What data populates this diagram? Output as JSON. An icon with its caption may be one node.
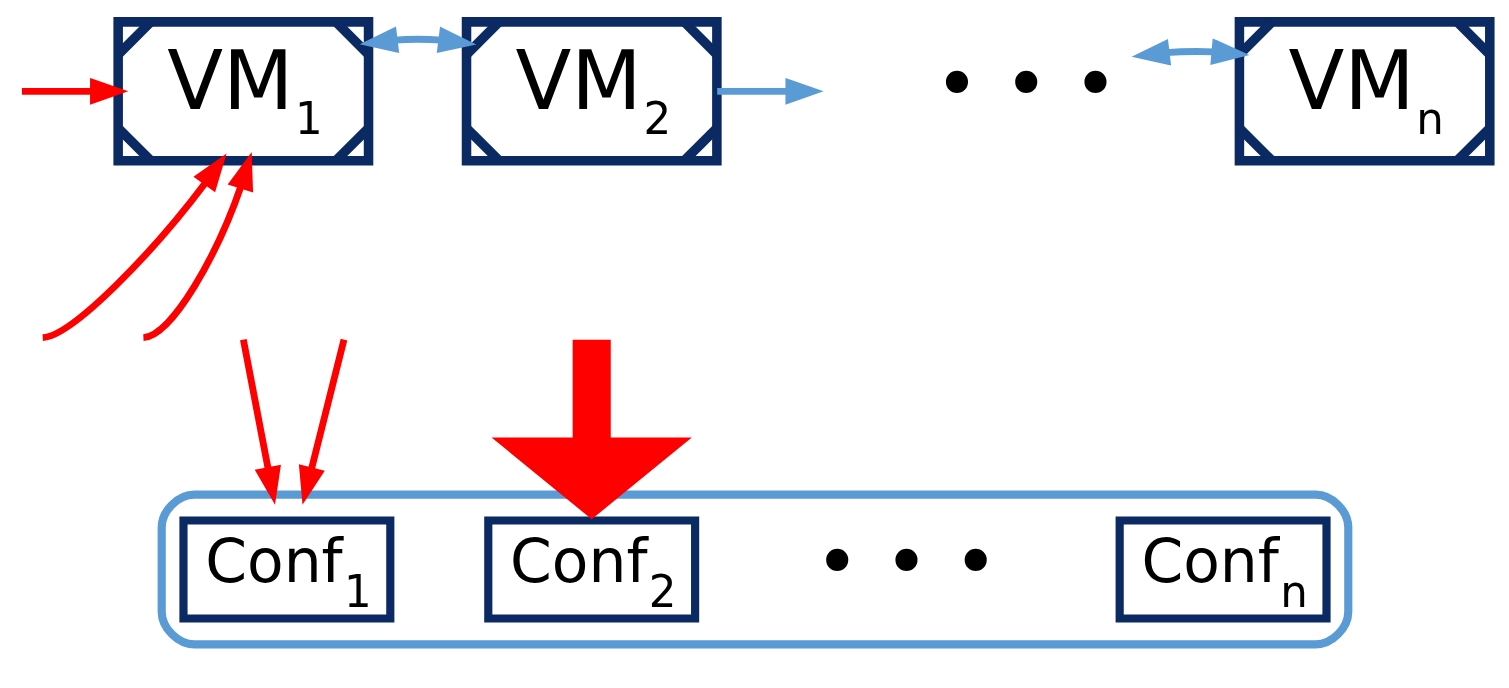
{
  "diagram": {
    "nodes": [
      {
        "text": [
          "VM$_{1}$"
        ]
      },
      {
        "text": [
          "VM$_{2}$"
        ]
      },
      {
        "text": [
          "• • •"
        ]
      },
      {
        "text": [
          "VM$_{n}$"
        ]
      },
      {
        "text": [],
        "shape": "box"
      },
      {
        "text": [
          "Conf$_{1}$"
        ],
        "in": 4
      },
      {
        "text": [
          "Conf$_{2}$"
        ],
        "in": 4
      },
      {
        "text": [
          "• • •"
        ],
        "in": 4
      },
      {
        "text": [
          "Conf$_{n}$"
        ],
        "in": 4
      }
    ],
    "edges": [
      {
        "from": 0,
        "to": 1,
        "arrow": "both",
        "color": "#5b9bd5"
      },
      {
        "from": 1,
        "to": null,
        "arrow": "to",
        "color": "#5b9bd5"
      },
      {
        "from": 2,
        "to": 3,
        "arrow": "both",
        "color": "#5b9bd5"
      },
      {
        "from": null,
        "to": 4,
        "arrow": "to",
        "style": "thick",
        "color": "#ff0000"
      },
      {
        "from": null,
        "to": 0,
        "arrow": "to",
        "color": "#ff0000"
      },
      {
        "from": null,
        "to": 0,
        "arrow": "to",
        "color": "#ff0000"
      },
      {
        "from": null,
        "to": 0,
        "arrow": "to",
        "color": "#ff0000"
      },
      {
        "from": null,
        "to": 4,
        "arrow": "to",
        "color": "#ff0000"
      },
      {
        "from": null,
        "to": 4,
        "arrow": "to",
        "color": "#ff0000"
      }
    ]
  }
}
